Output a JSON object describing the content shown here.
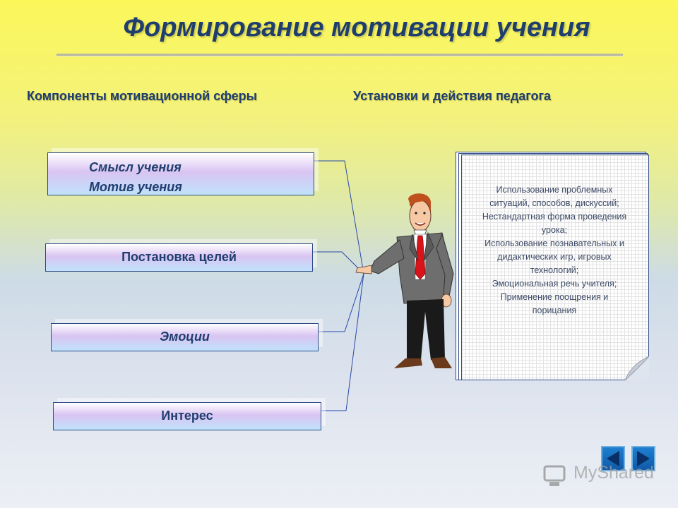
{
  "slide": {
    "title": "Формирование мотивации учения"
  },
  "headers": {
    "left": "Компоненты мотивационной сферы",
    "right": "Установки и действия педагога"
  },
  "components": [
    {
      "line1": "Смысл учения",
      "line2": "Мотив учения"
    },
    {
      "label": "Постановка целей"
    },
    {
      "label": "Эмоции"
    },
    {
      "label": "Интерес"
    }
  ],
  "teacher_actions": [
    "Использование проблемных",
    "ситуаций, способов, дискуссий;",
    "Нестандартная форма проведения",
    "урока;",
    "Использование познавательных и",
    "дидактических игр, игровых",
    "технологий;",
    "Эмоциональная речь учителя;",
    "Применение поощрения и",
    "порицания"
  ],
  "navigation": {
    "prev_icon": "triangle-left-icon",
    "next_icon": "triangle-right-icon"
  },
  "watermark": {
    "text": "MyShared",
    "icon": "monitor-logo-icon"
  },
  "colors": {
    "title": "#1f3e6e",
    "box_border": "#2f4a86",
    "line": "#2848a8",
    "nav_button": "#1a6fc4"
  }
}
